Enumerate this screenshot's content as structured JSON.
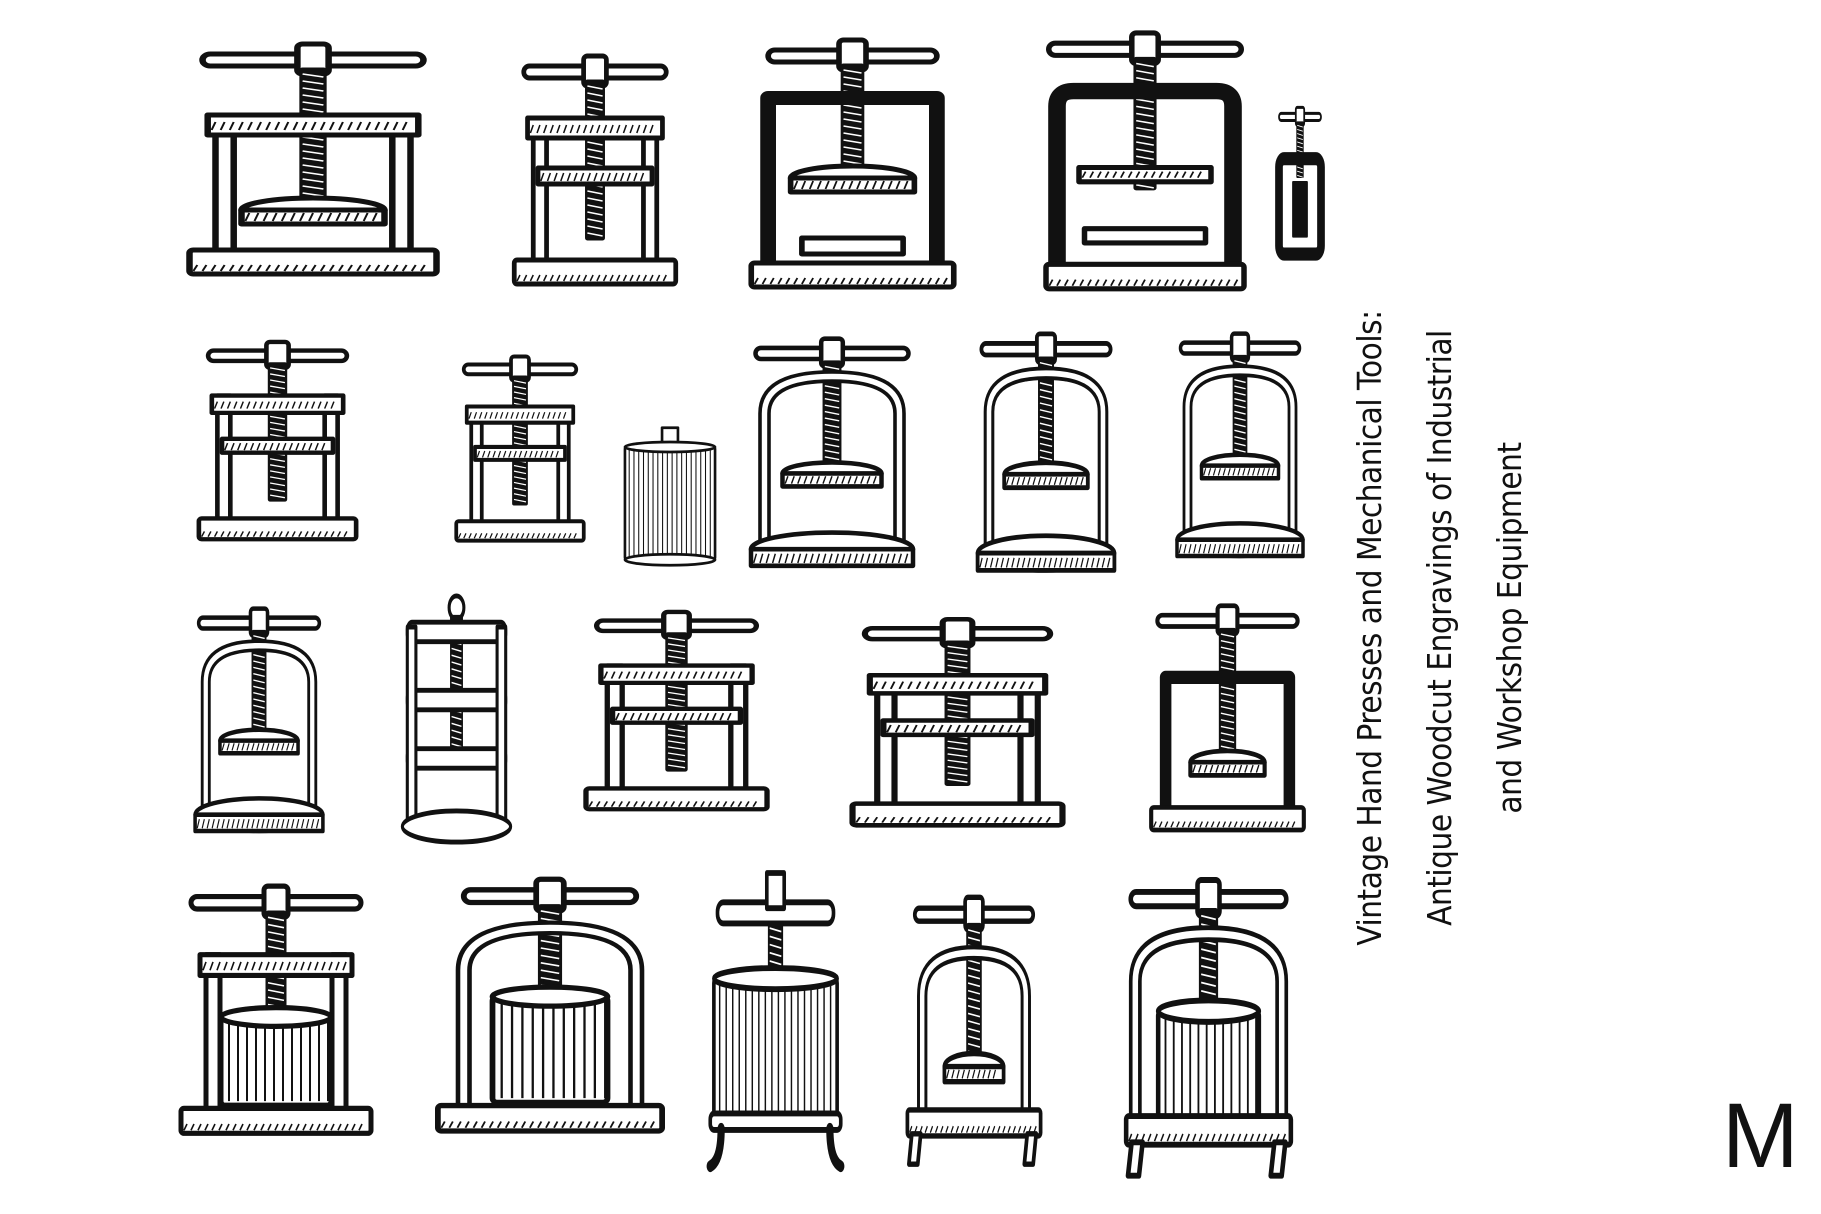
{
  "title": {
    "lines": [
      "Vintage Hand Presses and Mechanical Tools:",
      "Antique Woodcut Engravings of Industrial",
      "and Workshop Equipment"
    ]
  },
  "logo": "M",
  "presses": [
    {
      "type": "frame-disc"
    },
    {
      "type": "frame-table"
    },
    {
      "type": "box"
    },
    {
      "type": "box-wide"
    },
    {
      "type": "small"
    },
    {
      "type": "frame-table"
    },
    {
      "type": "frame-table"
    },
    {
      "type": "barrel-plain"
    },
    {
      "type": "arch"
    },
    {
      "type": "arch"
    },
    {
      "type": "arch"
    },
    {
      "type": "arch"
    },
    {
      "type": "column"
    },
    {
      "type": "frame-table"
    },
    {
      "type": "frame-table"
    },
    {
      "type": "arch-square"
    },
    {
      "type": "frame-basket"
    },
    {
      "type": "arch-basket"
    },
    {
      "type": "barrel-legs"
    },
    {
      "type": "arch-legs"
    },
    {
      "type": "arch-basket-legs"
    }
  ]
}
